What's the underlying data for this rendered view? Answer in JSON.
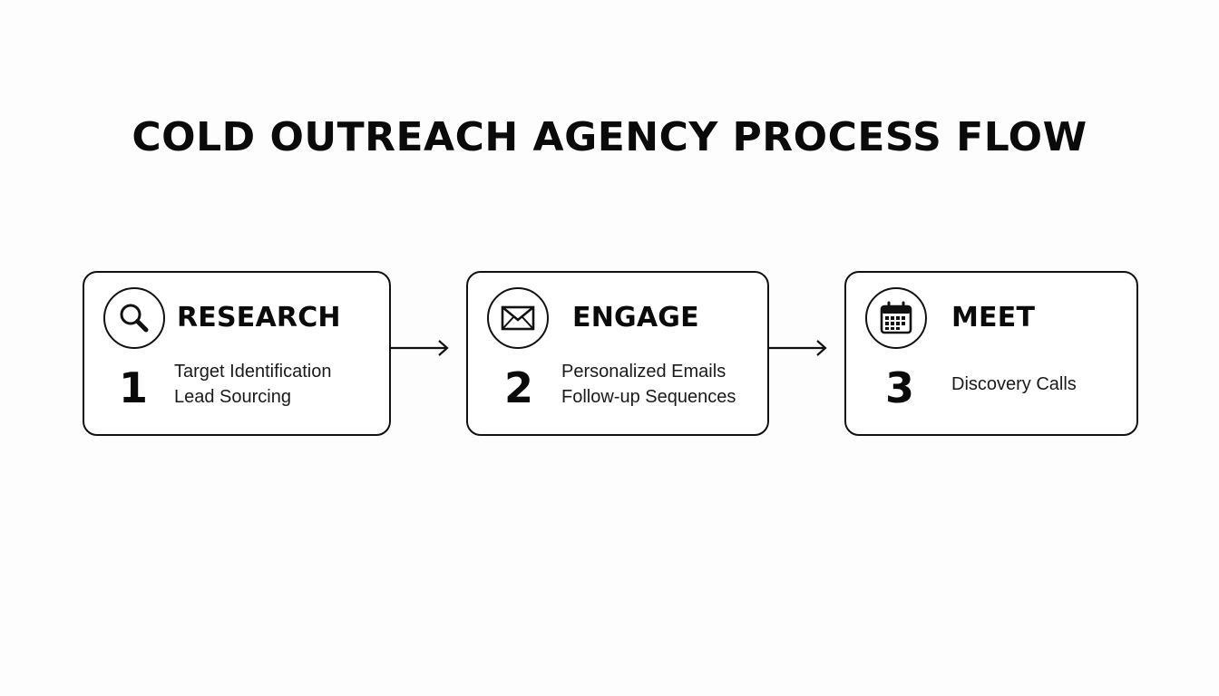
{
  "title": "COLD OUTREACH AGENCY PROCESS FLOW",
  "steps": [
    {
      "heading": "RESEARCH",
      "number": "1",
      "icon": "search-icon",
      "items": [
        "Target Identification",
        "Lead Sourcing"
      ]
    },
    {
      "heading": "ENGAGE",
      "number": "2",
      "icon": "envelope-icon",
      "items": [
        "Personalized Emails",
        "Follow-up Sequences"
      ]
    },
    {
      "heading": "MEET",
      "number": "3",
      "icon": "calendar-icon",
      "items": [
        "Discovery Calls"
      ]
    }
  ],
  "colors": {
    "background": "#fdfdfd",
    "stroke": "#111111",
    "text": "#0a0a0a"
  }
}
